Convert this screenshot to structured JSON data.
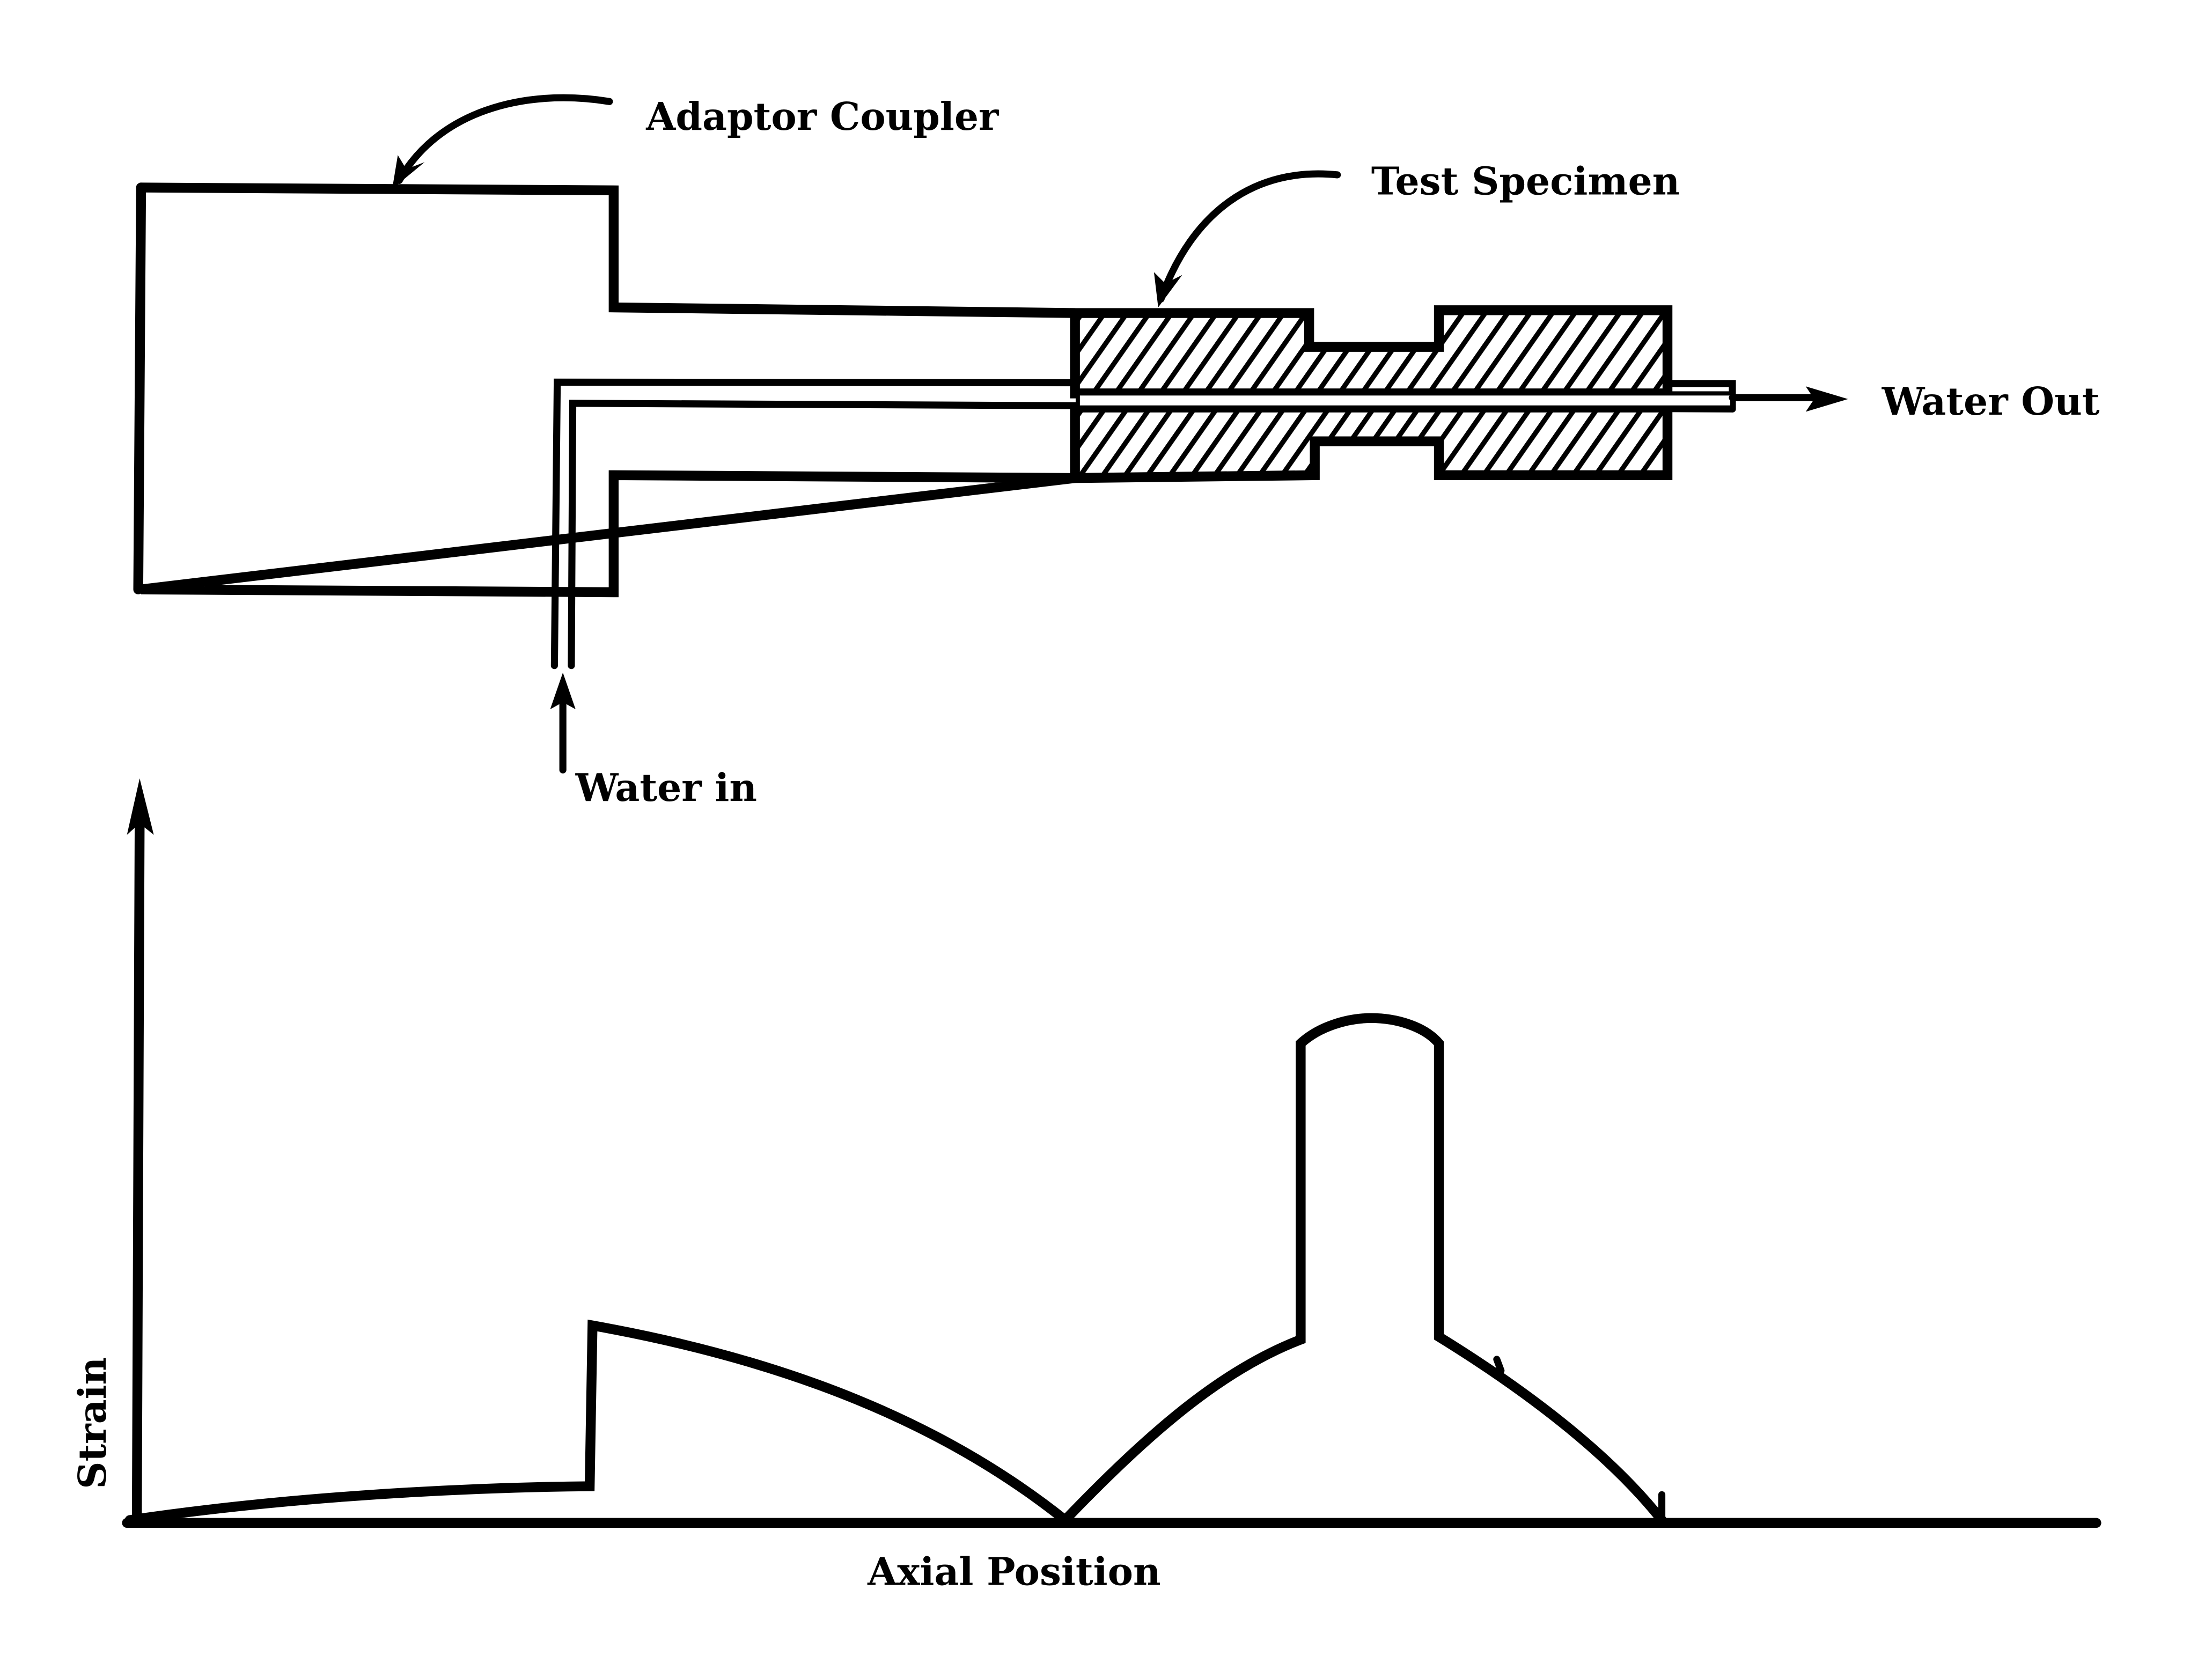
{
  "colors": {
    "ink": "#000000",
    "paper": "#ffffff"
  },
  "apparatus": {
    "labels": {
      "adaptor_coupler": "Adaptor Coupler",
      "test_specimen": "Test Specimen",
      "water_out": "Water Out",
      "water_in": "Water in"
    }
  },
  "strain_plot": {
    "y_axis_label": "Strain",
    "x_axis_label": "Axial Position"
  }
}
